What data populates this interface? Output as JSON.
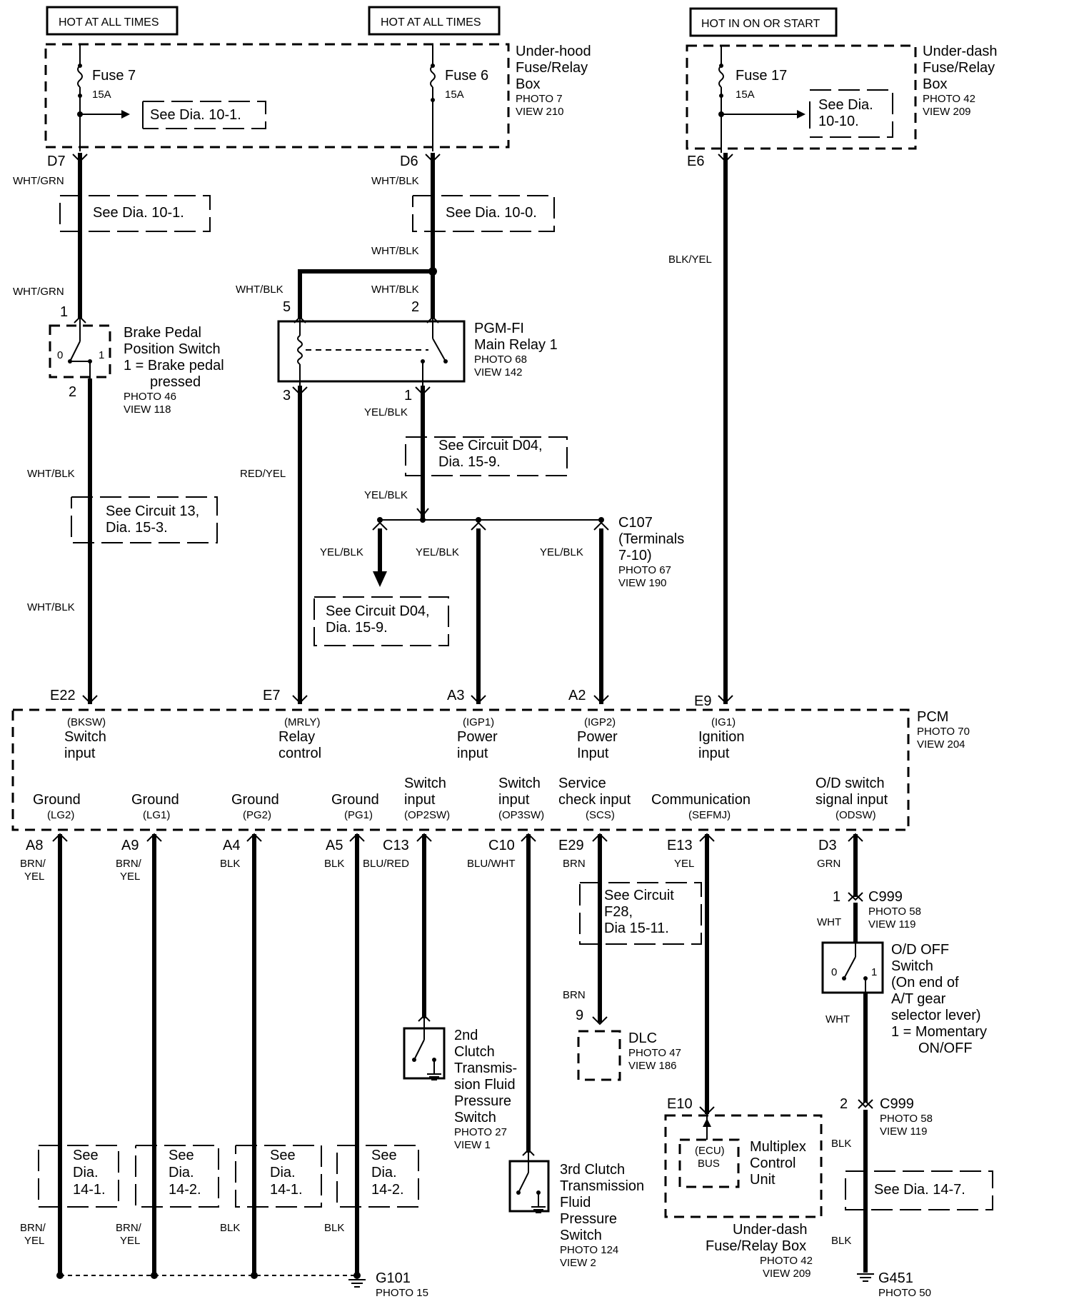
{
  "power": {
    "hot_always_1": "HOT AT ALL TIMES",
    "hot_always_2": "HOT AT ALL TIMES",
    "hot_on_start": "HOT IN ON OR START"
  },
  "underhood_box": {
    "line1": "Under-hood",
    "line2": "Fuse/Relay",
    "line3": "Box",
    "photo": "PHOTO 7",
    "view": "VIEW 210"
  },
  "underdash_box_top": {
    "line1": "Under-dash",
    "line2": "Fuse/Relay",
    "line3": "Box",
    "photo": "PHOTO 42",
    "view": "VIEW 209"
  },
  "fuses": {
    "f7": {
      "name": "Fuse 7",
      "amps": "15A",
      "see": "See Dia. 10-1."
    },
    "f6": {
      "name": "Fuse 6",
      "amps": "15A"
    },
    "f17": {
      "name": "Fuse 17",
      "amps": "15A",
      "see1": "See Dia.",
      "see2": "10-10."
    }
  },
  "terminals": {
    "d7": "D7",
    "d6": "D6",
    "e6": "E6",
    "e22": "E22",
    "e7": "E7",
    "a3": "A3",
    "a2": "A2",
    "e9": "E9",
    "a8": "A8",
    "a9": "A9",
    "a4": "A4",
    "a5": "A5",
    "c13": "C13",
    "c10": "C10",
    "e29": "E29",
    "e13": "E13",
    "d3": "D3",
    "e10": "E10"
  },
  "wires": {
    "wht_grn_1": "WHT/GRN",
    "wht_grn_2": "WHT/GRN",
    "wht_blk_d6": "WHT/BLK",
    "wht_blk_mid": "WHT/BLK",
    "wht_blk_5": "WHT/BLK",
    "wht_blk_2": "WHT/BLK",
    "blk_yel": "BLK/YEL",
    "wht_blk_brake1": "WHT/BLK",
    "wht_blk_brake2": "WHT/BLK",
    "red_yel": "RED/YEL",
    "yel_blk_1": "YEL/BLK",
    "yel_blk_2": "YEL/BLK",
    "yel_blk_3": "YEL/BLK",
    "yel_blk_4": "YEL/BLK",
    "yel_blk_5": "YEL/BLK",
    "brn_yel_a8_1": "BRN/",
    "brn_yel_a8_2": "YEL",
    "brn_yel_a9_1": "BRN/",
    "brn_yel_a9_2": "YEL",
    "blk_a4": "BLK",
    "blk_a5": "BLK",
    "blu_red": "BLU/RED",
    "blu_wht": "BLU/WHT",
    "brn_1": "BRN",
    "brn_2": "BRN",
    "yel": "YEL",
    "grn": "GRN",
    "wht_1": "WHT",
    "wht_2": "WHT",
    "brn_yel_b8_1": "BRN/",
    "brn_yel_b8_2": "YEL",
    "brn_yel_b9_1": "BRN/",
    "brn_yel_b9_2": "YEL",
    "blk_b4": "BLK",
    "blk_b5": "BLK",
    "blk_g451_1": "BLK",
    "blk_g451_2": "BLK"
  },
  "refs": {
    "dia_10_1": "See Dia. 10-1.",
    "dia_10_0": "See Dia. 10-0.",
    "circ13_1": "See Circuit 13,",
    "circ13_2": "Dia. 15-3.",
    "d04a_1": "See Circuit D04,",
    "d04a_2": "Dia. 15-9.",
    "d04b_1": "See Circuit D04,",
    "d04b_2": "Dia. 15-9.",
    "f28_1": "See Circuit",
    "f28_2": "F28,",
    "f28_3": "Dia 15-11.",
    "g1_1": "See",
    "g1_2": "Dia.",
    "g1_3": "14-1.",
    "g2_1": "See",
    "g2_2": "Dia.",
    "g2_3": "14-2.",
    "g3_1": "See",
    "g3_2": "Dia.",
    "g3_3": "14-1.",
    "g4_1": "See",
    "g4_2": "Dia.",
    "g4_3": "14-2.",
    "dia_14_7": "See Dia. 14-7."
  },
  "brake_switch": {
    "l1": "Brake Pedal",
    "l2": "Position Switch",
    "l3": "1 = Brake pedal",
    "l4": "pressed",
    "photo": "PHOTO 46",
    "view": "VIEW 118",
    "pin_top": "1",
    "pin_bot": "2",
    "pos0": "0",
    "pos1": "1"
  },
  "relay": {
    "l1": "PGM-FI",
    "l2": "Main Relay 1",
    "photo": "PHOTO 68",
    "view": "VIEW 142",
    "pin5": "5",
    "pin2": "2",
    "pin3": "3",
    "pin1": "1"
  },
  "c107": {
    "l1": "C107",
    "l2": "(Terminals",
    "l3": "7-10)",
    "photo": "PHOTO 67",
    "view": "VIEW 190"
  },
  "pcm": {
    "name": "PCM",
    "photo": "PHOTO 70",
    "view": "VIEW 204",
    "bksw_code": "(BKSW)",
    "bksw_1": "Switch",
    "bksw_2": "input",
    "mrly_code": "(MRLY)",
    "mrly_1": "Relay",
    "mrly_2": "control",
    "igp1_code": "(IGP1)",
    "igp1_1": "Power",
    "igp1_2": "input",
    "igp2_code": "(IGP2)",
    "igp2_1": "Power",
    "igp2_2": "Input",
    "ig1_code": "(IG1)",
    "ig1_1": "Ignition",
    "ig1_2": "input",
    "lg2_l": "Ground",
    "lg2_code": "(LG2)",
    "lg1_l": "Ground",
    "lg1_code": "(LG1)",
    "pg2_l": "Ground",
    "pg2_code": "(PG2)",
    "pg1_l": "Ground",
    "pg1_code": "(PG1)",
    "op2_1": "Switch",
    "op2_2": "input",
    "op2_code": "(OP2SW)",
    "op3_1": "Switch",
    "op3_2": "input",
    "op3_code": "(OP3SW)",
    "scs_1": "Service",
    "scs_2": "check input",
    "scs_code": "(SCS)",
    "sefmj_1": "Communication",
    "sefmj_code": "(SEFMJ)",
    "odsw_1": "O/D switch",
    "odsw_2": "signal input",
    "odsw_code": "(ODSW)"
  },
  "sw2": {
    "l1": "2nd",
    "l2": "Clutch",
    "l3": "Transmis-",
    "l4": "sion Fluid",
    "l5": "Pressure",
    "l6": "Switch",
    "photo": "PHOTO 27",
    "view": "VIEW 1"
  },
  "sw3": {
    "l1": "3rd Clutch",
    "l2": "Transmission",
    "l3": "Fluid",
    "l4": "Pressure",
    "l5": "Switch",
    "photo": "PHOTO 124",
    "view": "VIEW 2"
  },
  "dlc": {
    "pin": "9",
    "name": "DLC",
    "photo": "PHOTO 47",
    "view": "VIEW 186"
  },
  "c999a": {
    "pin": "1",
    "name": "C999",
    "photo": "PHOTO 58",
    "view": "VIEW 119"
  },
  "c999b": {
    "pin": "2",
    "name": "C999",
    "photo": "PHOTO 58",
    "view": "VIEW 119"
  },
  "od_switch": {
    "l1": "O/D OFF",
    "l2": "Switch",
    "l3": "(On end of",
    "l4": "A/T gear",
    "l5": "selector lever)",
    "l6": "1 = Momentary",
    "l7": "ON/OFF",
    "pos0": "0",
    "pos1": "1"
  },
  "mcu": {
    "bus1": "(ECU)",
    "bus2": "BUS",
    "l1": "Multiplex",
    "l2": "Control",
    "l3": "Unit",
    "box1": "Under-dash",
    "box2": "Fuse/Relay Box",
    "photo": "PHOTO 42",
    "view": "VIEW 209"
  },
  "grounds": {
    "g101": "G101",
    "g101_photo": "PHOTO 15",
    "g451": "G451",
    "g451_photo": "PHOTO 50"
  }
}
